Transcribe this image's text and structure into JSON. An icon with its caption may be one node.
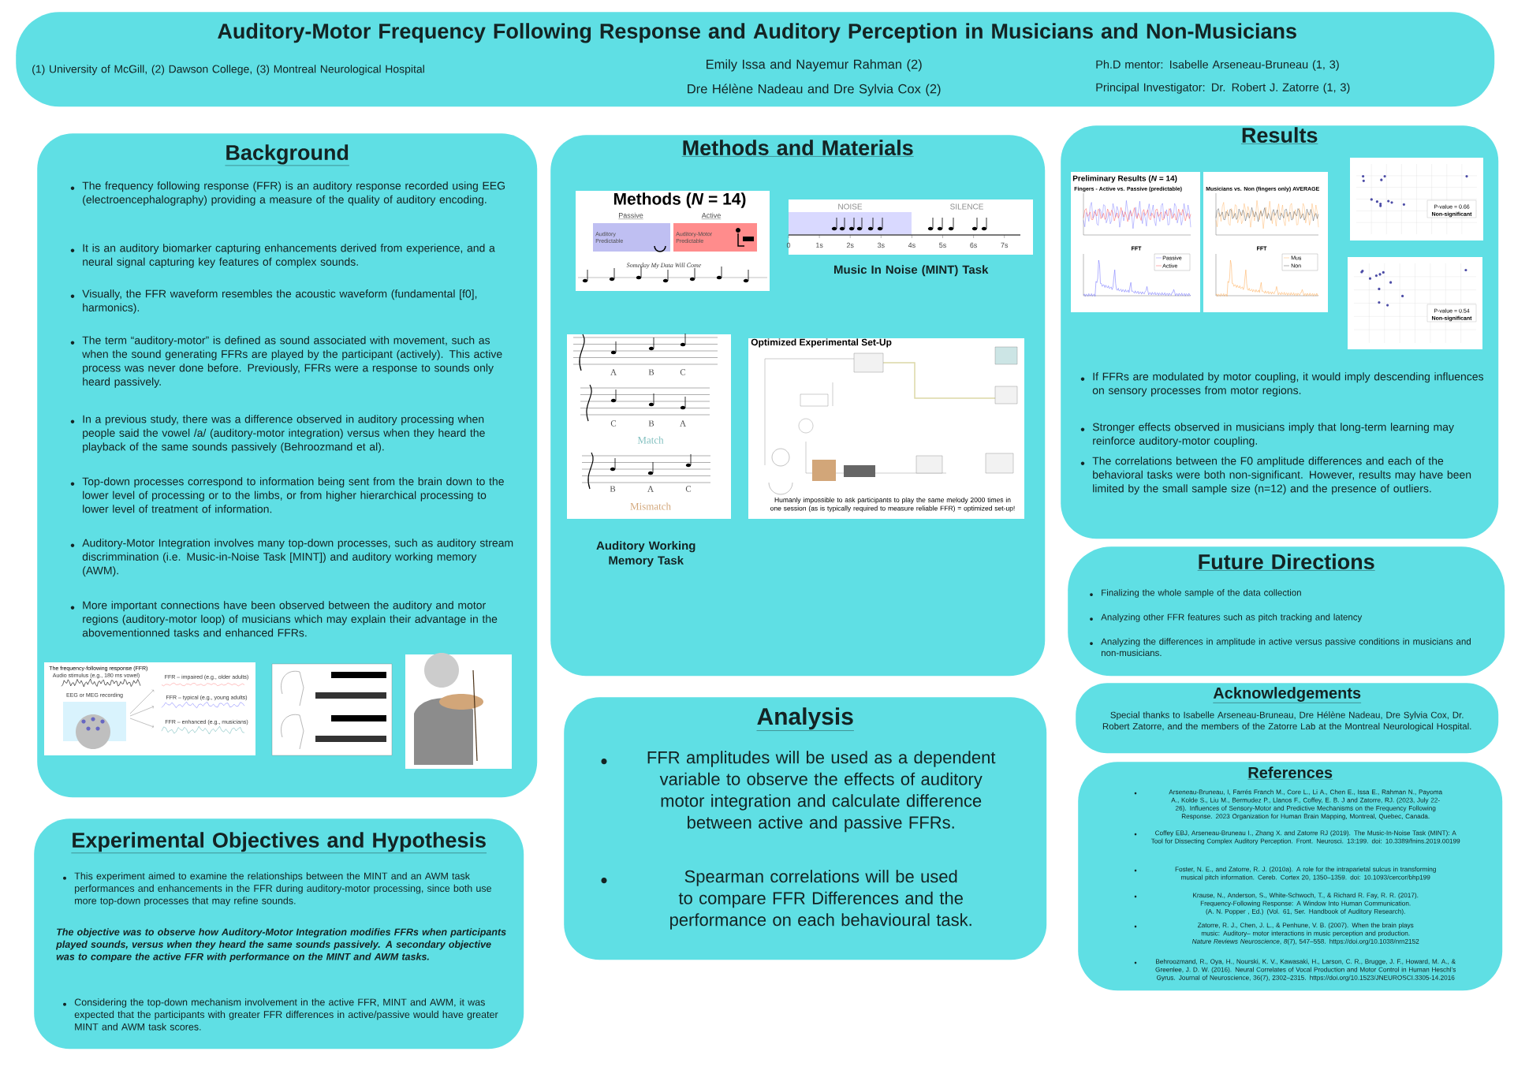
{
  "diagram": {
    "title": "Auditory-Motor Frequency Following Response and Auditory Perception in Musicians and Non-Musicians",
    "nodes": [
      {
        "text": [
          "(1) University of McGill, (2) Dawson College, (3) Montreal Neurological Hospital",
          "Emily Issa and Nayemur Rahman (2)",
          "Dre Hélène Nadeau and Dre Sylvia Cox (2)",
          "Ph.D mentor: Isabelle Arseneau-Bruneau (1, 3)",
          "Principal Investigator: Dr. Robert J. Zatorre (1, 3)"
        ]
      },
      {
        "text": [
          "Background",
          "The frequency following response (FFR) is an auditory response recorded using EEG (electroencephalography) providing a measure of the quality of auditory encoding.",
          "It is an auditory biomarker capturing enhancements derived from experience, and a neural signal capturing key features of complex sounds.",
          "Visually, the FFR waveform resembles the acoustic waveform (fundamental [f0], harmonics).",
          "The term “auditory-motor” is defined as sound associated with movement, such as when the sound generating FFRs are played by the participant (actively). This active process was never done before. Previously, FFRs were a response to sounds only heard passively.",
          "In a previous study, there was a difference observed in auditory processing when people said the vowel /a/ (auditory-motor integration) versus when they heard the playback of the same sounds passively (Behroozmand et al).",
          "Top-down processes correspond to information being sent from the brain down to the lower level of processing or to the limbs, or from higher hierarchical processing to lower level of treatment of information.",
          "Auditory-Motor Integration involves many top-down processes, such as auditory stream discrimmination (i.e. Music-in-Noise Task [MINT]) and auditory working memory (AWM).",
          "More important connections have been observed between the auditory and motor regions (auditory-motor loop) of musicians which may explain their advantage in the abovementionned tasks and enhanced FFRs."
        ]
      },
      {
        "text": [
          "Methods and Materials",
          "Music In Noise (MINT) Task",
          "Auditory Working Memory Task"
        ]
      },
      {
        "text": [
          "Results",
          "If FFRs are modulated by motor coupling, it would imply descending influences on sensory processes from motor regions.",
          "Stronger effects observed in musicians imply that long-term learning may reinforce auditory-motor coupling.",
          "The correlations between the F0 amplitude differences and each of the behavioral tasks were both non-significant. However, results may have been limited by the small sample size (n=12) and the presence of outliers."
        ]
      },
      {
        "text": [
          "Future Directions",
          "Finalizing the whole sample of the data collection",
          "Analyzing other FFR features such as pitch tracking and latency",
          "Analyzing the differences in amplitude in active versus passive conditions in musicians and non-musicians."
        ]
      },
      {
        "text": [
          "Acknowledgements",
          "Special thanks to Isabelle Arseneau-Bruneau, Dre Hélène Nadeau, Dre Sylvia Cox, Dr. Robert Zatorre, and the members of the Zatorre Lab at the Montreal Neurological Hospital."
        ]
      },
      {
        "text": [
          "References",
          "Arseneau-Bruneau, I, Farrés Franch M., Core L., Li A., Chen E., Issa E., Rahman N., Payoma A., Kolde S., Liu M., Bermudez P., Llanos F., Coffey, E. B. J and Zatorre, RJ. (2023, July 22-26). Influences of Sensory-Motor and Predictive Mechanisms on the Frequency Following Response. 2023 Organization for Human Brain Mapping, Montreal, Quebec, Canada.",
          "Coffey EBJ, Arseneau-Bruneau I., Zhang X. and Zatorre RJ (2019). The Music-In-Noise Task (MINT): A Tool for Dissecting Complex Auditory Perception. Front. Neurosci. 13:199. doi: 10.3389/fnins.2019.00199",
          "Foster, N. E., and Zatorre, R. J. (2010a). A role for the intraparietal sulcus in transforming musical pitch information. Cereb. Cortex 20, 1350–1359. doi: 10.1093/cercor/bhp199",
          "Krause, N., Anderson, S., White-Schwoch, T., & Richard R. Fay, R. R. (2017). Frequency-Following Response: A Window Into Human Communication. (A. N. Popper , Ed.) (Vol. 61, Ser. Handbook of Auditory Research).",
          "Zatorre, R. J., Chen, J. L., & Penhune, V. B. (2007). When the brain plays music: Auditory– motor interactions in music perception and production. *Nature Reviews Neuroscience*, *8*(7), 547–558. https://doi.org/10.1038/nrn2152",
          "Behroozmand, R., Oya, H., Nourski, K. V., Kawasaki, H., Larson, C. R., Brugge, J. F., Howard, M. A., & Greenlee, J. D. W. (2016). Neural Correlates of Vocal Production and Motor Control in Human Heschl’s Gyrus. Journal of Neuroscience, 36(7), 2302–2315. https://doi.org/10.1523/JNEUROSCI.3305-14.2016"
        ]
      },
      {
        "text": [
          "Analysis",
          "FFR amplitudes will be used as a dependent variable to observe the effects of auditory motor integration and calculate difference between active and passive FFRs.",
          "Spearman correlations will be used to compare FFR Differences and the performance on each behavioural task."
        ]
      },
      {
        "text": [
          "Experimental Objectives and Hypothesis",
          "This experiment aimed to examine the relationships between the MINT and an AWM task performances and enhancements in the FFR during auditory-motor processing, since both use more top-down processes that may refine sounds.",
          "The objective was to observe how Auditory-Motor Integration modifies FFRs when participants played sounds, versus when they heard the same sounds passively. A secondary objective was to compare the active FFR with performance on the MINT and AWM tasks.",
          "Considering the top-down mechanism involvement in the active FFR, MINT and AWM, it was expected that the participants with greater FFR differences in active/passive would have greater MINT and AWM task scores."
        ]
      }
    ],
    "labels": [
      "Methods (*N* = 14)",
      "Passive",
      "Active",
      "Auditory Predictable",
      "Auditory-Motor Predictable",
      "Someday My Data Will Come",
      "NOISE",
      "SILENCE",
      "0",
      "1s",
      "2s",
      "3s",
      "4s",
      "5s",
      "6s",
      "7s",
      "A",
      "B",
      "C",
      "C",
      "B",
      "A",
      "Match",
      "B",
      "A",
      "C",
      "Mismatch",
      "Optimized Experimental Set-Up",
      "Humanly impossible to ask participants to play the same melody 2000 times in one session (as is typically required to measure reliable FFR) = optimized set-up!",
      "Preliminary Results (*N* = 14)",
      "Fingers - Active vs. Passive (predictable)",
      "Musicians vs. Non (fingers only) AVERAGE",
      "FFT",
      "FFT",
      "Passive",
      "Active",
      "Mus",
      "Non",
      "P-value = 0.66",
      "Non-significant",
      "P-value = 0.54",
      "Non-significant",
      "The frequency-following response (FFR)",
      "Audio stimulus (e.g., 180 ms vowel)",
      "EEG or MEG recording",
      "FFR – impaired (e.g., older adults)",
      "FFR – typical (e.g., young adults)",
      "FFR – enhanced (e.g., musicians)"
    ]
  }
}
